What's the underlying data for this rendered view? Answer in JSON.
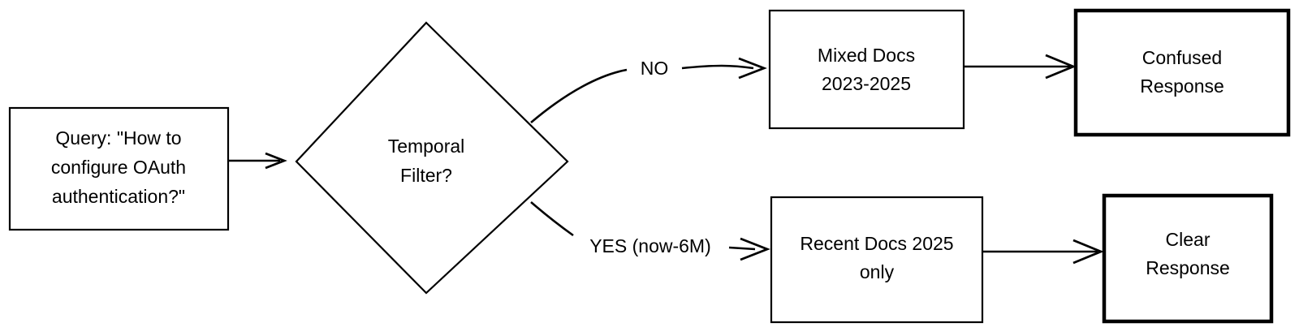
{
  "diagram": {
    "type": "flowchart",
    "orientation": "left-to-right",
    "background_color": "#ffffff",
    "stroke_color": "#000000",
    "nodes": [
      {
        "id": "query",
        "shape": "rectangle",
        "lines": [
          "Query: \"How to",
          "configure OAuth",
          "authentication?\""
        ],
        "fill": "#ffffff",
        "border": "#000000"
      },
      {
        "id": "decision",
        "shape": "diamond",
        "lines": [
          "Temporal",
          "Filter?"
        ],
        "fill": "#ffffff",
        "border": "#000000"
      },
      {
        "id": "mixed-docs",
        "shape": "rectangle",
        "lines": [
          "Mixed Docs",
          "2023-2025"
        ],
        "fill": "#ffffff",
        "border": "#000000"
      },
      {
        "id": "confused-response",
        "shape": "rectangle",
        "lines": [
          "Confused",
          "Response"
        ],
        "fill": "#ffcccc",
        "border": "#000000"
      },
      {
        "id": "recent-docs",
        "shape": "rectangle",
        "lines": [
          "Recent Docs 2025",
          "only"
        ],
        "fill": "#ffffff",
        "border": "#000000"
      },
      {
        "id": "clear-response",
        "shape": "rectangle",
        "lines": [
          "Clear",
          "Response"
        ],
        "fill": "#ccffcc",
        "border": "#000000"
      }
    ],
    "edges": [
      {
        "id": "query-to-decision",
        "from": "query",
        "to": "decision",
        "label": ""
      },
      {
        "id": "decision-to-mixed",
        "from": "decision",
        "to": "mixed-docs",
        "label": "NO"
      },
      {
        "id": "mixed-to-confused",
        "from": "mixed-docs",
        "to": "confused-response",
        "label": ""
      },
      {
        "id": "decision-to-recent",
        "from": "decision",
        "to": "recent-docs",
        "label": "YES (now-6M)"
      },
      {
        "id": "recent-to-clear",
        "from": "recent-docs",
        "to": "clear-response",
        "label": ""
      }
    ]
  },
  "labels": {
    "query_line_1": "Query: \"How to",
    "query_line_2": "configure OAuth",
    "query_line_3": "authentication?\"",
    "decision_line_1": "Temporal",
    "decision_line_2": "Filter?",
    "mixed_line_1": "Mixed Docs",
    "mixed_line_2": "2023-2025",
    "confused_line_1": "Confused",
    "confused_line_2": "Response",
    "recent_line_1": "Recent Docs 2025",
    "recent_line_2": "only",
    "clear_line_1": "Clear",
    "clear_line_2": "Response",
    "edge_no": "NO",
    "edge_yes": "YES (now-6M)"
  },
  "colors": {
    "pink_fill": "#ffcccc",
    "green_fill": "#ccffcc",
    "white_fill": "#ffffff",
    "stroke": "#000000"
  }
}
